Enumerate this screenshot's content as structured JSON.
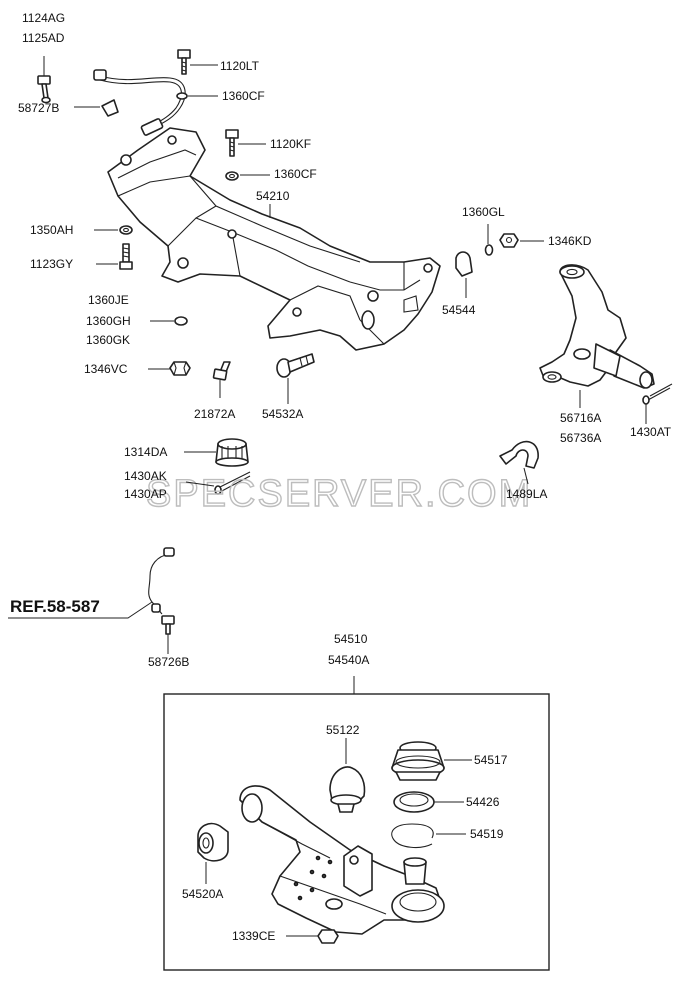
{
  "labels": {
    "l_1124AG": "1124AG",
    "l_1125AD": "1125AD",
    "l_58727B": "58727B",
    "l_1120LT": "1120LT",
    "l_1360CF_a": "1360CF",
    "l_1120KF": "1120KF",
    "l_1360CF_b": "1360CF",
    "l_54210": "54210",
    "l_1350AH": "1350AH",
    "l_1123GY": "1123GY",
    "l_1360JE": "1360JE",
    "l_1360GH": "1360GH",
    "l_1360GK": "1360GK",
    "l_1346VC": "1346VC",
    "l_21872A": "21872A",
    "l_54532A": "54532A",
    "l_1360GL": "1360GL",
    "l_1346KD": "1346KD",
    "l_54544": "54544",
    "l_56716A": "56716A",
    "l_56736A": "56736A",
    "l_1430AT": "1430AT",
    "l_1314DA": "1314DA",
    "l_1430AK": "1430AK",
    "l_1430AP": "1430AP",
    "l_1489LA": "1489LA",
    "l_58726B": "58726B",
    "l_54510": "54510",
    "l_54540A": "54540A",
    "l_55122": "55122",
    "l_54517": "54517",
    "l_54426": "54426",
    "l_54519": "54519",
    "l_54520A": "54520A",
    "l_1339CE": "1339CE"
  },
  "reference": "REF.58-587",
  "watermark": "SPECSERVER.COM"
}
